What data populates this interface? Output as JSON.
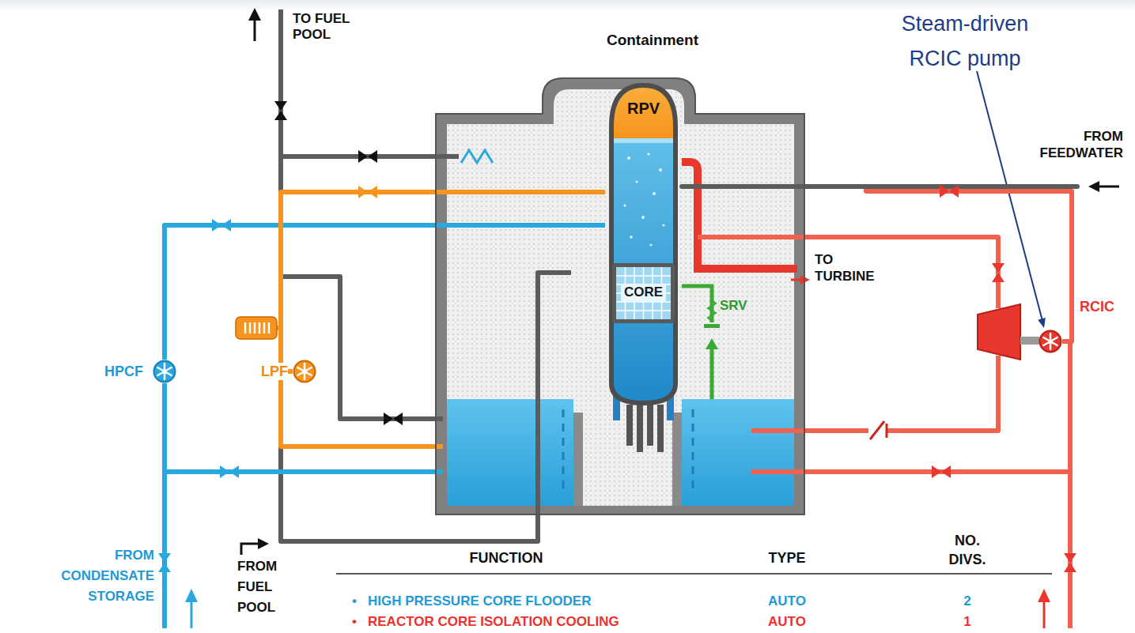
{
  "diagram": {
    "nodes": [
      {
        "text": [
          "Containment"
        ]
      },
      {
        "text": [
          "RPV"
        ],
        "in": 0
      },
      {
        "text": [
          "CORE"
        ],
        "in": 1
      },
      {
        "text": [
          "HPCF"
        ]
      },
      {
        "text": [
          "LPF"
        ]
      },
      {
        "text": [
          "RCIC"
        ]
      }
    ],
    "edges": [
      {
        "from": 3,
        "to": 1,
        "arrow": "none"
      },
      {
        "from": 4,
        "to": 1,
        "arrow": "none"
      },
      {
        "from": 5,
        "to": 1,
        "arrow": "none"
      }
    ],
    "labels": [
      "Steam-driven RCIC pump",
      "TO FUEL POOL",
      "FROM FEEDWATER",
      "TO TURBINE",
      "SRV",
      "FROM CONDENSATE STORAGE",
      "FROM FUEL POOL",
      "FUNCTION",
      "TYPE",
      "NO. DIVS.",
      "•",
      "HIGH PRESSURE CORE FLOODER",
      "AUTO",
      "2",
      "•",
      "REACTOR CORE ISOLATION COOLING",
      "AUTO",
      "1"
    ]
  }
}
